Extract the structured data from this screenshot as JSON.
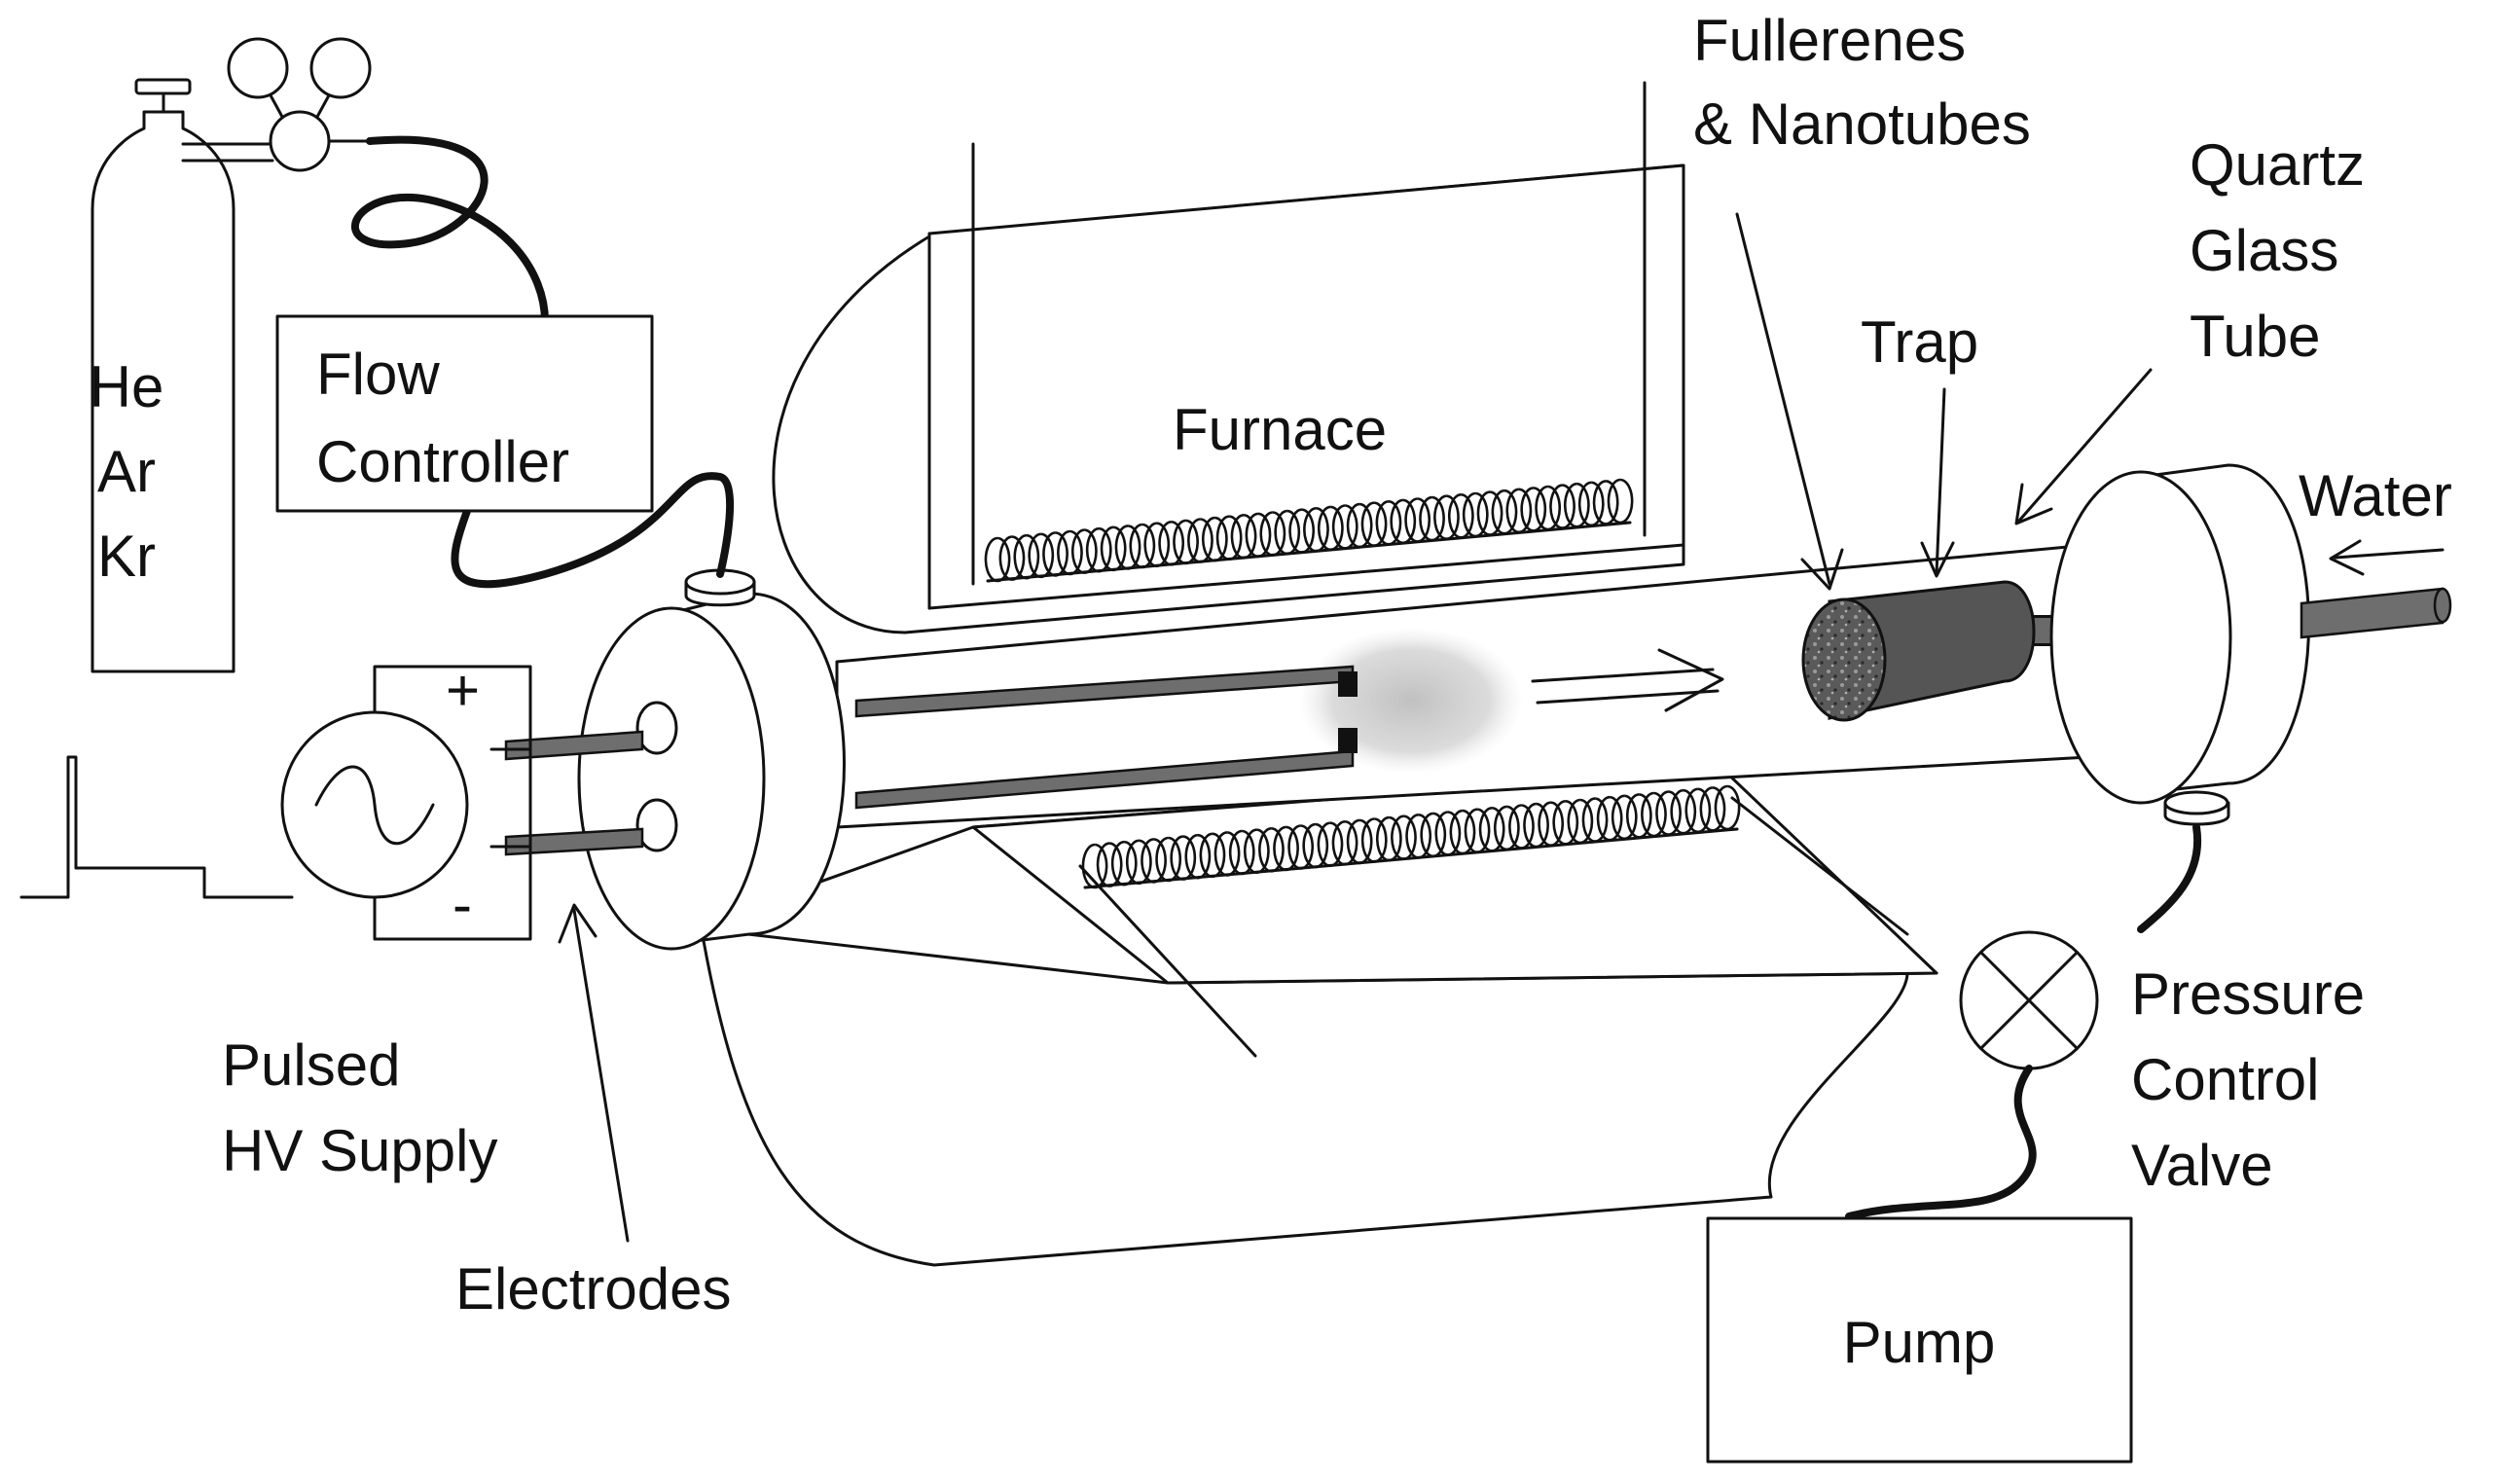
{
  "colors": {
    "ink": "#111111",
    "rod_fill": "#6e6e6e",
    "trap_fill": "#555555",
    "plasma_glow": "#bdbdbd"
  },
  "labels": {
    "gas": [
      "He",
      "Ar",
      "Kr"
    ],
    "flow_controller": [
      "Flow",
      "Controller"
    ],
    "furnace": "Furnace",
    "fullerenes": [
      "Fullerenes",
      "& Nanotubes"
    ],
    "quartz": [
      "Quartz",
      "Glass",
      "Tube"
    ],
    "trap": "Trap",
    "water": "Water",
    "plus": "+",
    "minus": "-",
    "pulsed_supply": [
      "Pulsed",
      "HV Supply"
    ],
    "electrodes": "Electrodes",
    "pressure_valve": [
      "Pressure",
      "Control",
      "Valve"
    ],
    "pump": "Pump"
  }
}
